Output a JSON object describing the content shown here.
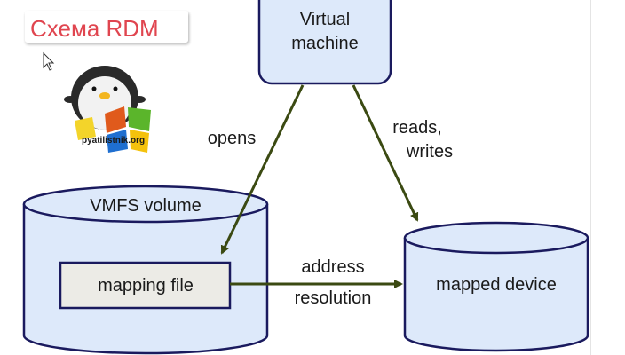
{
  "title": "Схема RDM",
  "logo": {
    "text": "pyatilistnik.org"
  },
  "nodes": {
    "virtual_machine": {
      "line1": "Virtual",
      "line2": "machine"
    },
    "vmfs_volume": {
      "label": "VMFS volume"
    },
    "mapping_file": {
      "label": "mapping file"
    },
    "mapped_device": {
      "label": "mapped device"
    }
  },
  "edges": {
    "opens": {
      "label": "opens"
    },
    "reads_writes": {
      "line1": "reads,",
      "line2": "writes"
    },
    "address_resolution": {
      "line1": "address",
      "line2": "resolution"
    }
  },
  "colors": {
    "node_fill": "#dde9fa",
    "node_stroke": "#1a1a5e",
    "arrow": "#3b4a12",
    "mapping_fill": "#ecebe6",
    "title": "#e0454f"
  }
}
